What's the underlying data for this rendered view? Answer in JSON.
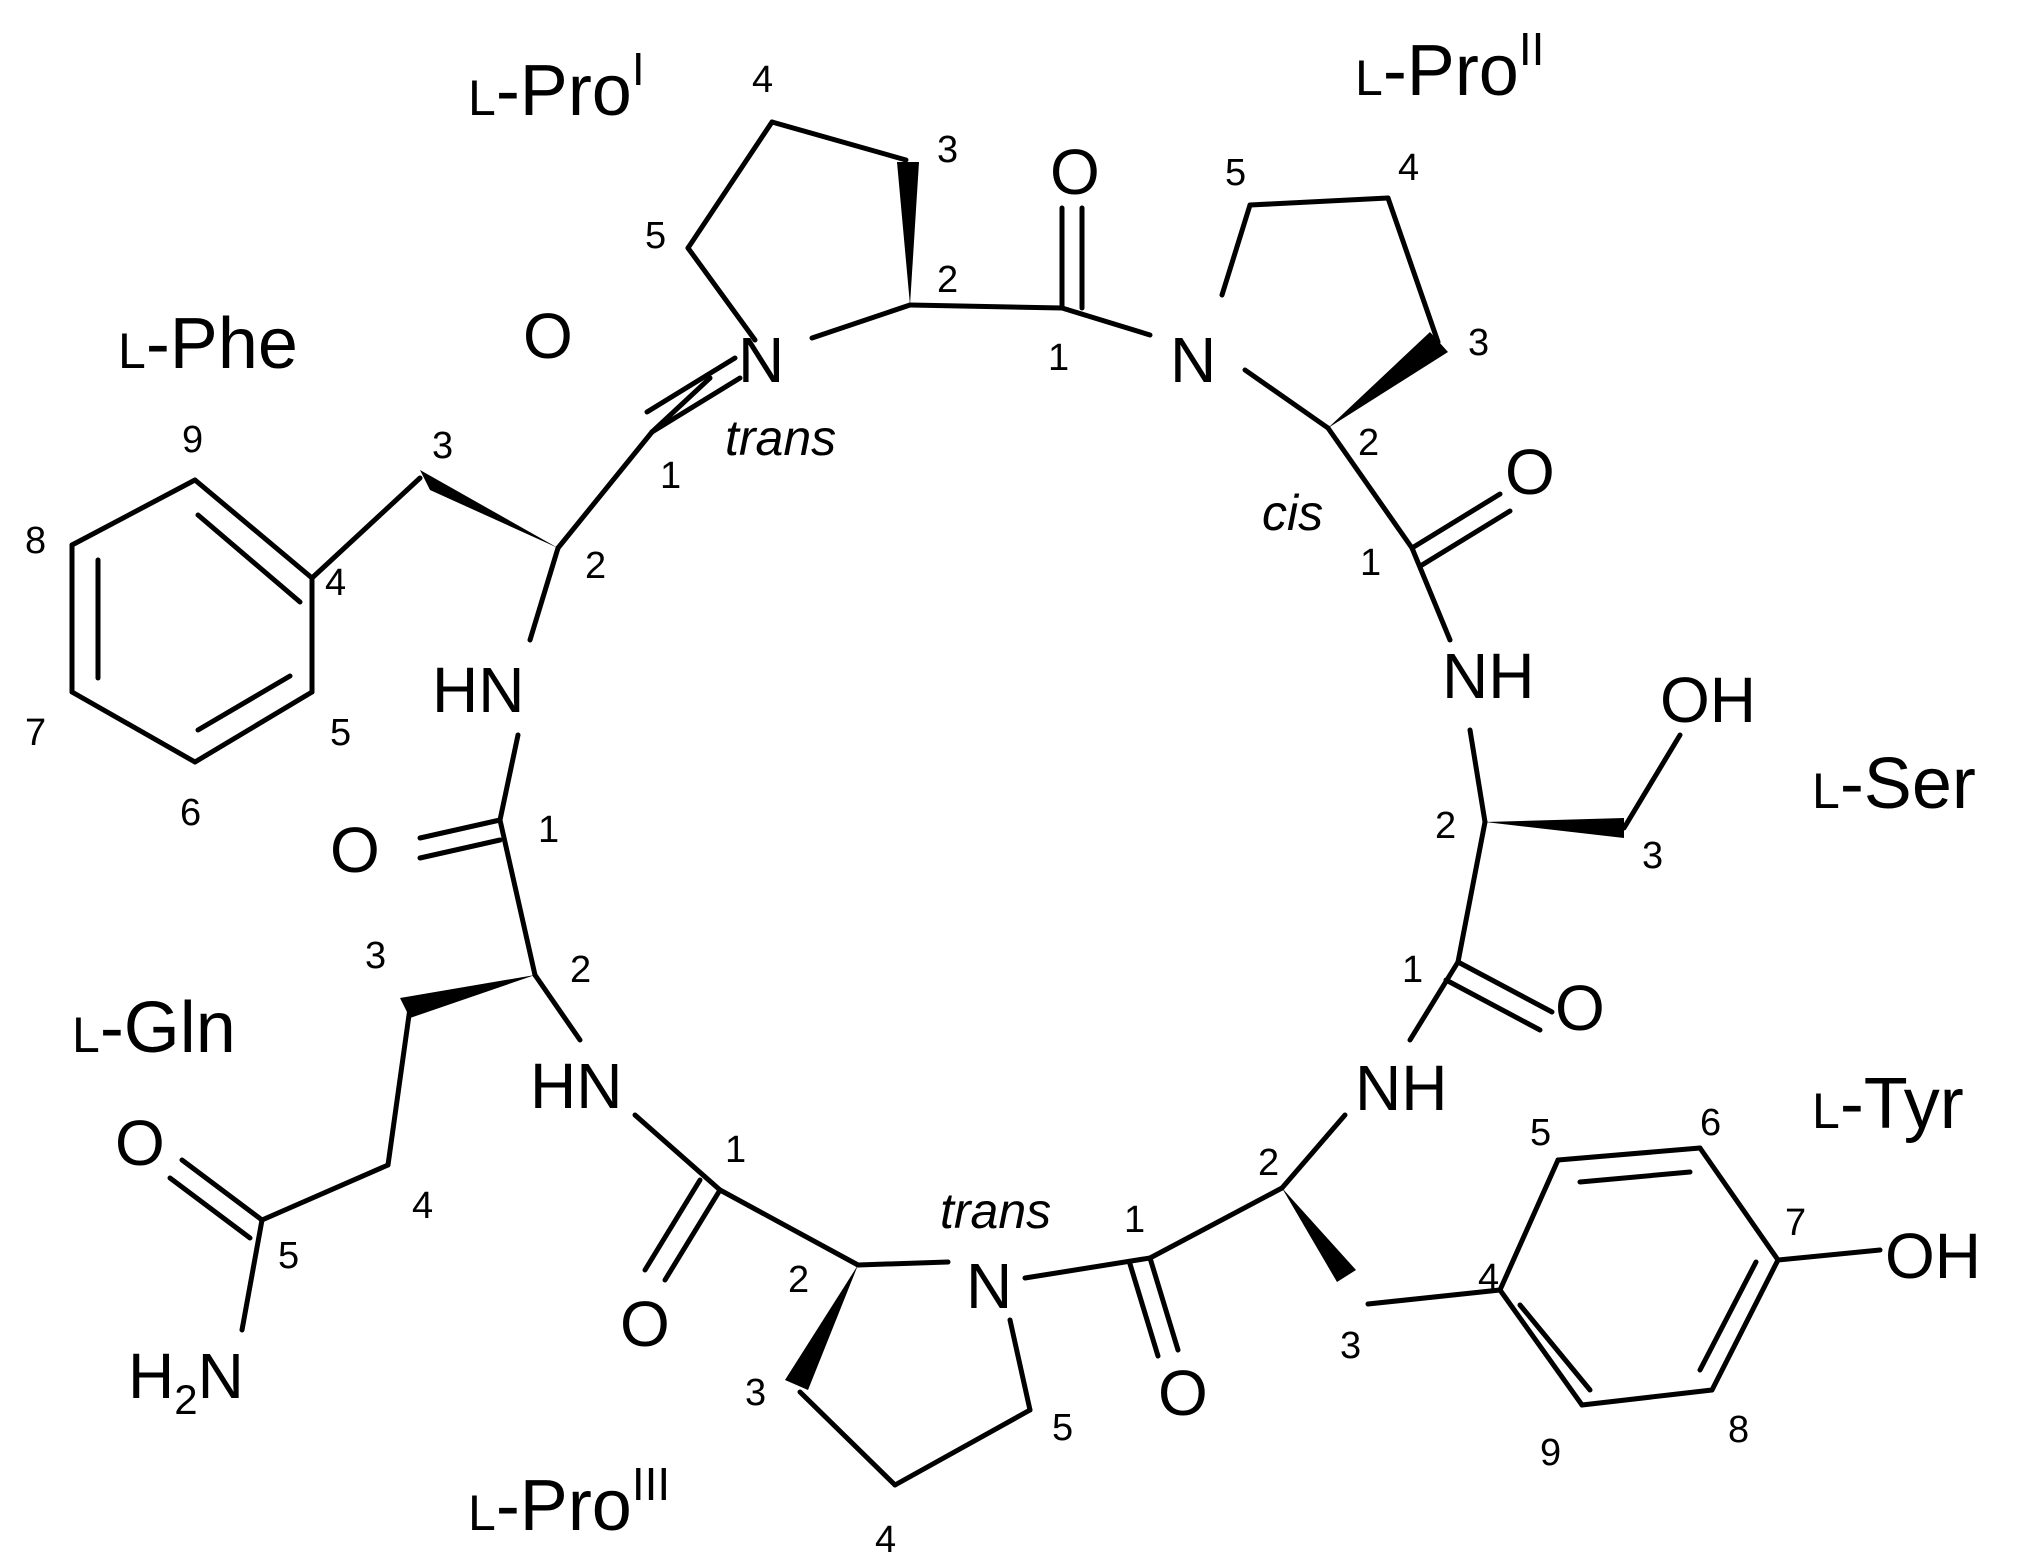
{
  "residues": {
    "pro1": {
      "letter": "L",
      "name": "-Pro",
      "sup": "I"
    },
    "pro2": {
      "letter": "L",
      "name": "-Pro",
      "sup": "II"
    },
    "phe": {
      "letter": "L",
      "name": "-Phe"
    },
    "ser": {
      "letter": "L",
      "name": "-Ser"
    },
    "gln": {
      "letter": "L",
      "name": "-Gln"
    },
    "tyr": {
      "letter": "L",
      "name": "-Tyr"
    },
    "pro3": {
      "letter": "L",
      "name": "-Pro",
      "sup": "III"
    }
  },
  "conformations": {
    "pro1": "trans",
    "pro2": "cis",
    "pro3": "trans"
  },
  "atoms": {
    "O": "O",
    "N": "N",
    "HN": "HN",
    "NH": "NH",
    "OH": "OH",
    "H": "H",
    "sub2": "2"
  },
  "numbers": {
    "n1": "1",
    "n2": "2",
    "n3": "3",
    "n4": "4",
    "n5": "5",
    "n6": "6",
    "n7": "7",
    "n8": "8",
    "n9": "9"
  }
}
